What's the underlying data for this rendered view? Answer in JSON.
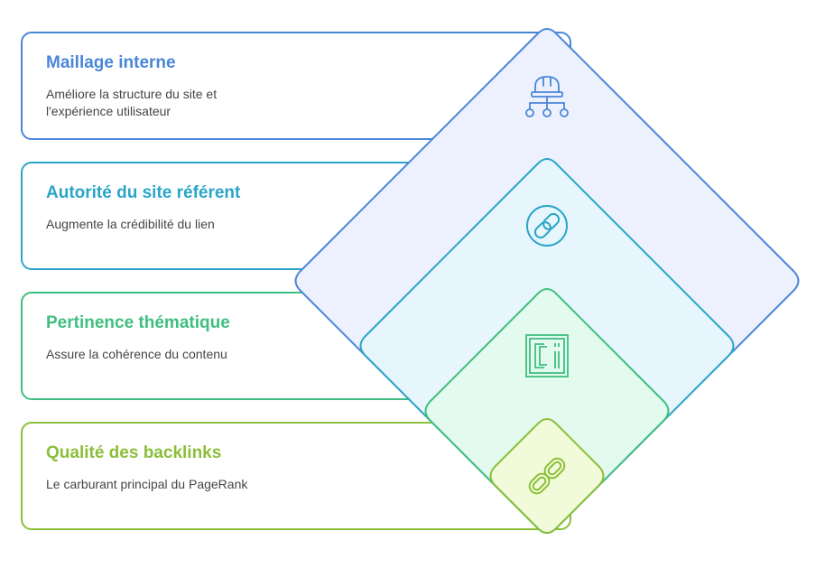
{
  "colors": {
    "blue": "#4a86d8",
    "cyan": "#2aa5c9",
    "green": "#3fbf7f",
    "lime": "#8bbf3a"
  },
  "levels": [
    {
      "title": "Maillage interne",
      "description": "Améliore la structure du site et l'expérience utilisateur",
      "icon": "site-structure-icon",
      "color": "#4a86d8",
      "fill": "#ecf1fd"
    },
    {
      "title": "Autorité du site référent",
      "description": "Augmente la crédibilité du lien",
      "icon": "link-circle-icon",
      "color": "#2aa5c9",
      "fill": "#e6f6fc"
    },
    {
      "title": "Pertinence thématique",
      "description": "Assure la cohérence du contenu",
      "icon": "content-frame-icon",
      "color": "#3fbf7f",
      "fill": "#e3faee"
    },
    {
      "title": "Qualité des backlinks",
      "description": "Le carburant principal du PageRank",
      "icon": "chain-link-icon",
      "color": "#8bbf3a",
      "fill": "#f2fbd9"
    }
  ]
}
